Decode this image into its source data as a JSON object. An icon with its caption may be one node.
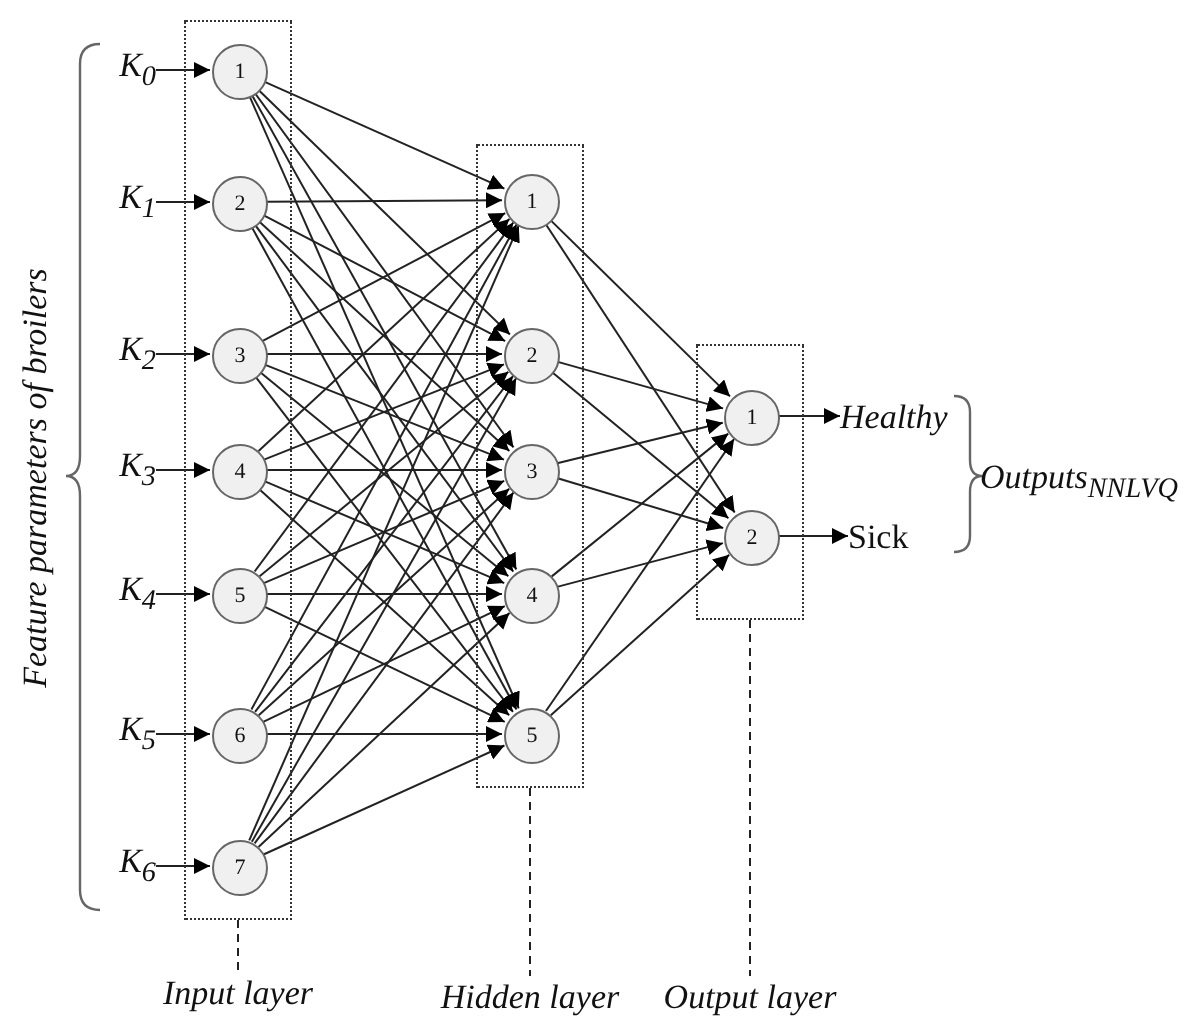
{
  "diagram": {
    "nodes": [
      {
        "text": [],
        "shape": "box"
      },
      {
        "text": [
          "1"
        ],
        "in": 0
      },
      {
        "text": [
          "2"
        ],
        "in": 0
      },
      {
        "text": [
          "3"
        ],
        "in": 0
      },
      {
        "text": [
          "4"
        ],
        "in": 0
      },
      {
        "text": [
          "5"
        ],
        "in": 0
      },
      {
        "text": [
          "6"
        ],
        "in": 0
      },
      {
        "text": [
          "7"
        ],
        "in": 0
      },
      {
        "text": [],
        "shape": "box"
      },
      {
        "text": [
          "1"
        ],
        "in": 8
      },
      {
        "text": [
          "2"
        ],
        "in": 8
      },
      {
        "text": [
          "3"
        ],
        "in": 8
      },
      {
        "text": [
          "4"
        ],
        "in": 8
      },
      {
        "text": [
          "5"
        ],
        "in": 8
      },
      {
        "text": [],
        "shape": "box"
      },
      {
        "text": [
          "1"
        ],
        "in": 14
      },
      {
        "text": [
          "2"
        ],
        "in": 14
      },
      {
        "text": [
          "K$_{0}$"
        ]
      },
      {
        "text": [
          "K$_{1}$"
        ]
      },
      {
        "text": [
          "K$_{2}$"
        ]
      },
      {
        "text": [
          "K$_{3}$"
        ]
      },
      {
        "text": [
          "K$_{4}$"
        ]
      },
      {
        "text": [
          "K$_{5}$"
        ]
      },
      {
        "text": [
          "K$_{6}$"
        ]
      },
      {
        "text": [
          "Healthy"
        ]
      },
      {
        "text": [
          "Sick"
        ]
      },
      {
        "text": [
          "Input layer"
        ]
      },
      {
        "text": [
          "Hidden layer"
        ]
      },
      {
        "text": [
          "Output layer"
        ]
      }
    ],
    "edges": [
      {
        "from": 17,
        "to": 1,
        "arrow": "to"
      },
      {
        "from": 18,
        "to": 2,
        "arrow": "to"
      },
      {
        "from": 19,
        "to": 3,
        "arrow": "to"
      },
      {
        "from": 20,
        "to": 4,
        "arrow": "to"
      },
      {
        "from": 21,
        "to": 5,
        "arrow": "to"
      },
      {
        "from": 22,
        "to": 6,
        "arrow": "to"
      },
      {
        "from": 23,
        "to": 7,
        "arrow": "to"
      },
      {
        "from": 1,
        "to": 9,
        "arrow": "to"
      },
      {
        "from": 1,
        "to": 10,
        "arrow": "to"
      },
      {
        "from": 1,
        "to": 11,
        "arrow": "to"
      },
      {
        "from": 1,
        "to": 12,
        "arrow": "to"
      },
      {
        "from": 1,
        "to": 13,
        "arrow": "to"
      },
      {
        "from": 2,
        "to": 9,
        "arrow": "to"
      },
      {
        "from": 2,
        "to": 10,
        "arrow": "to"
      },
      {
        "from": 2,
        "to": 11,
        "arrow": "to"
      },
      {
        "from": 2,
        "to": 12,
        "arrow": "to"
      },
      {
        "from": 2,
        "to": 13,
        "arrow": "to"
      },
      {
        "from": 3,
        "to": 9,
        "arrow": "to"
      },
      {
        "from": 3,
        "to": 10,
        "arrow": "to"
      },
      {
        "from": 3,
        "to": 11,
        "arrow": "to"
      },
      {
        "from": 3,
        "to": 12,
        "arrow": "to"
      },
      {
        "from": 3,
        "to": 13,
        "arrow": "to"
      },
      {
        "from": 4,
        "to": 9,
        "arrow": "to"
      },
      {
        "from": 4,
        "to": 10,
        "arrow": "to"
      },
      {
        "from": 4,
        "to": 11,
        "arrow": "to"
      },
      {
        "from": 4,
        "to": 12,
        "arrow": "to"
      },
      {
        "from": 4,
        "to": 13,
        "arrow": "to"
      },
      {
        "from": 5,
        "to": 9,
        "arrow": "to"
      },
      {
        "from": 5,
        "to": 10,
        "arrow": "to"
      },
      {
        "from": 5,
        "to": 11,
        "arrow": "to"
      },
      {
        "from": 5,
        "to": 12,
        "arrow": "to"
      },
      {
        "from": 5,
        "to": 13,
        "arrow": "to"
      },
      {
        "from": 6,
        "to": 9,
        "arrow": "to"
      },
      {
        "from": 6,
        "to": 10,
        "arrow": "to"
      },
      {
        "from": 6,
        "to": 11,
        "arrow": "to"
      },
      {
        "from": 6,
        "to": 12,
        "arrow": "to"
      },
      {
        "from": 6,
        "to": 13,
        "arrow": "to"
      },
      {
        "from": 7,
        "to": 9,
        "arrow": "to"
      },
      {
        "from": 7,
        "to": 10,
        "arrow": "to"
      },
      {
        "from": 7,
        "to": 11,
        "arrow": "to"
      },
      {
        "from": 7,
        "to": 12,
        "arrow": "to"
      },
      {
        "from": 7,
        "to": 13,
        "arrow": "to"
      },
      {
        "from": 9,
        "to": 15,
        "arrow": "to"
      },
      {
        "from": 9,
        "to": 16,
        "arrow": "to"
      },
      {
        "from": 10,
        "to": 15,
        "arrow": "to"
      },
      {
        "from": 10,
        "to": 16,
        "arrow": "to"
      },
      {
        "from": 11,
        "to": 15,
        "arrow": "to"
      },
      {
        "from": 11,
        "to": 16,
        "arrow": "to"
      },
      {
        "from": 12,
        "to": 15,
        "arrow": "to"
      },
      {
        "from": 12,
        "to": 16,
        "arrow": "to"
      },
      {
        "from": 13,
        "to": 15,
        "arrow": "to"
      },
      {
        "from": 13,
        "to": 16,
        "arrow": "to"
      },
      {
        "from": 15,
        "to": 24,
        "arrow": "to"
      },
      {
        "from": 16,
        "to": 25,
        "arrow": "to"
      },
      {
        "from": 0,
        "to": 26,
        "arrow": "none",
        "style": "dashed"
      },
      {
        "from": 8,
        "to": 27,
        "arrow": "none",
        "style": "dashed"
      },
      {
        "from": 14,
        "to": 28,
        "arrow": "none",
        "style": "dashed"
      }
    ],
    "labels": [
      "Feature parameters of broilers",
      "Outputs$_{NNLVQ}$"
    ]
  }
}
